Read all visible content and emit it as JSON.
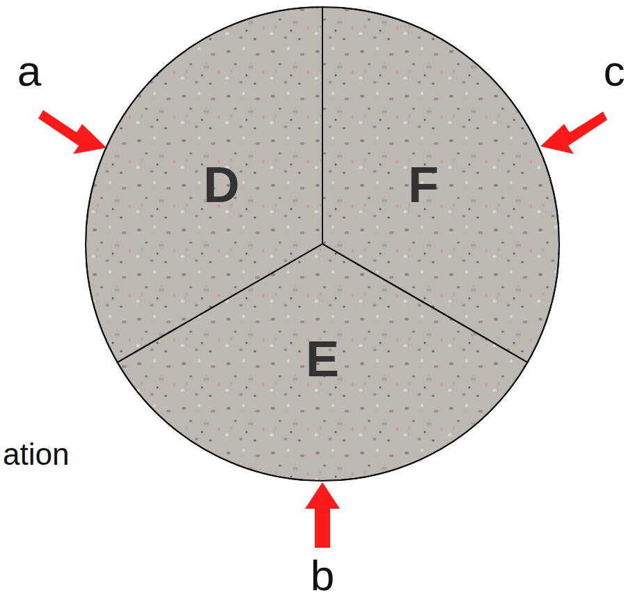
{
  "diagram": {
    "nodes": [
      {
        "text": [
          "D"
        ]
      },
      {
        "text": [
          "F"
        ]
      },
      {
        "text": [
          "E"
        ]
      }
    ],
    "labels": [
      "a",
      "c",
      "ation",
      "b"
    ]
  }
}
